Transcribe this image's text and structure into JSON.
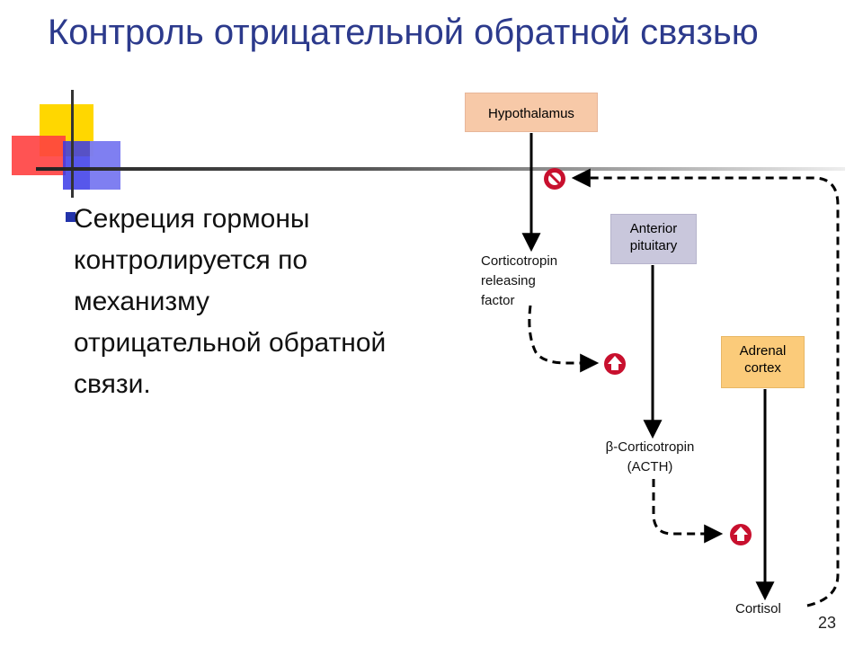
{
  "slide": {
    "title": "Контроль отрицательной обратной связью",
    "bullet": "Секреция гормоны контролируется по механизму отрицательной обратной связи.",
    "page_number": "23"
  },
  "diagram": {
    "hypothalamus": "Hypothalamus",
    "anterior_pituitary_line1": "Anterior",
    "anterior_pituitary_line2": "pituitary",
    "adrenal_line1": "Adrenal",
    "adrenal_line2": "cortex",
    "crf_line1": "Corticotropin",
    "crf_line2": "releasing",
    "crf_line3": "factor",
    "acth_line1": "β-Corticotropin",
    "acth_line2": "(ACTH)",
    "cortisol": "Cortisol",
    "colors": {
      "hypothalamus_box": "#f7c9a8",
      "pituitary_box": "#c9c7dc",
      "adrenal_box": "#fbcb7a",
      "stimulate_sign": "#c8102e",
      "inhibit_sign": "#c8102e"
    }
  }
}
